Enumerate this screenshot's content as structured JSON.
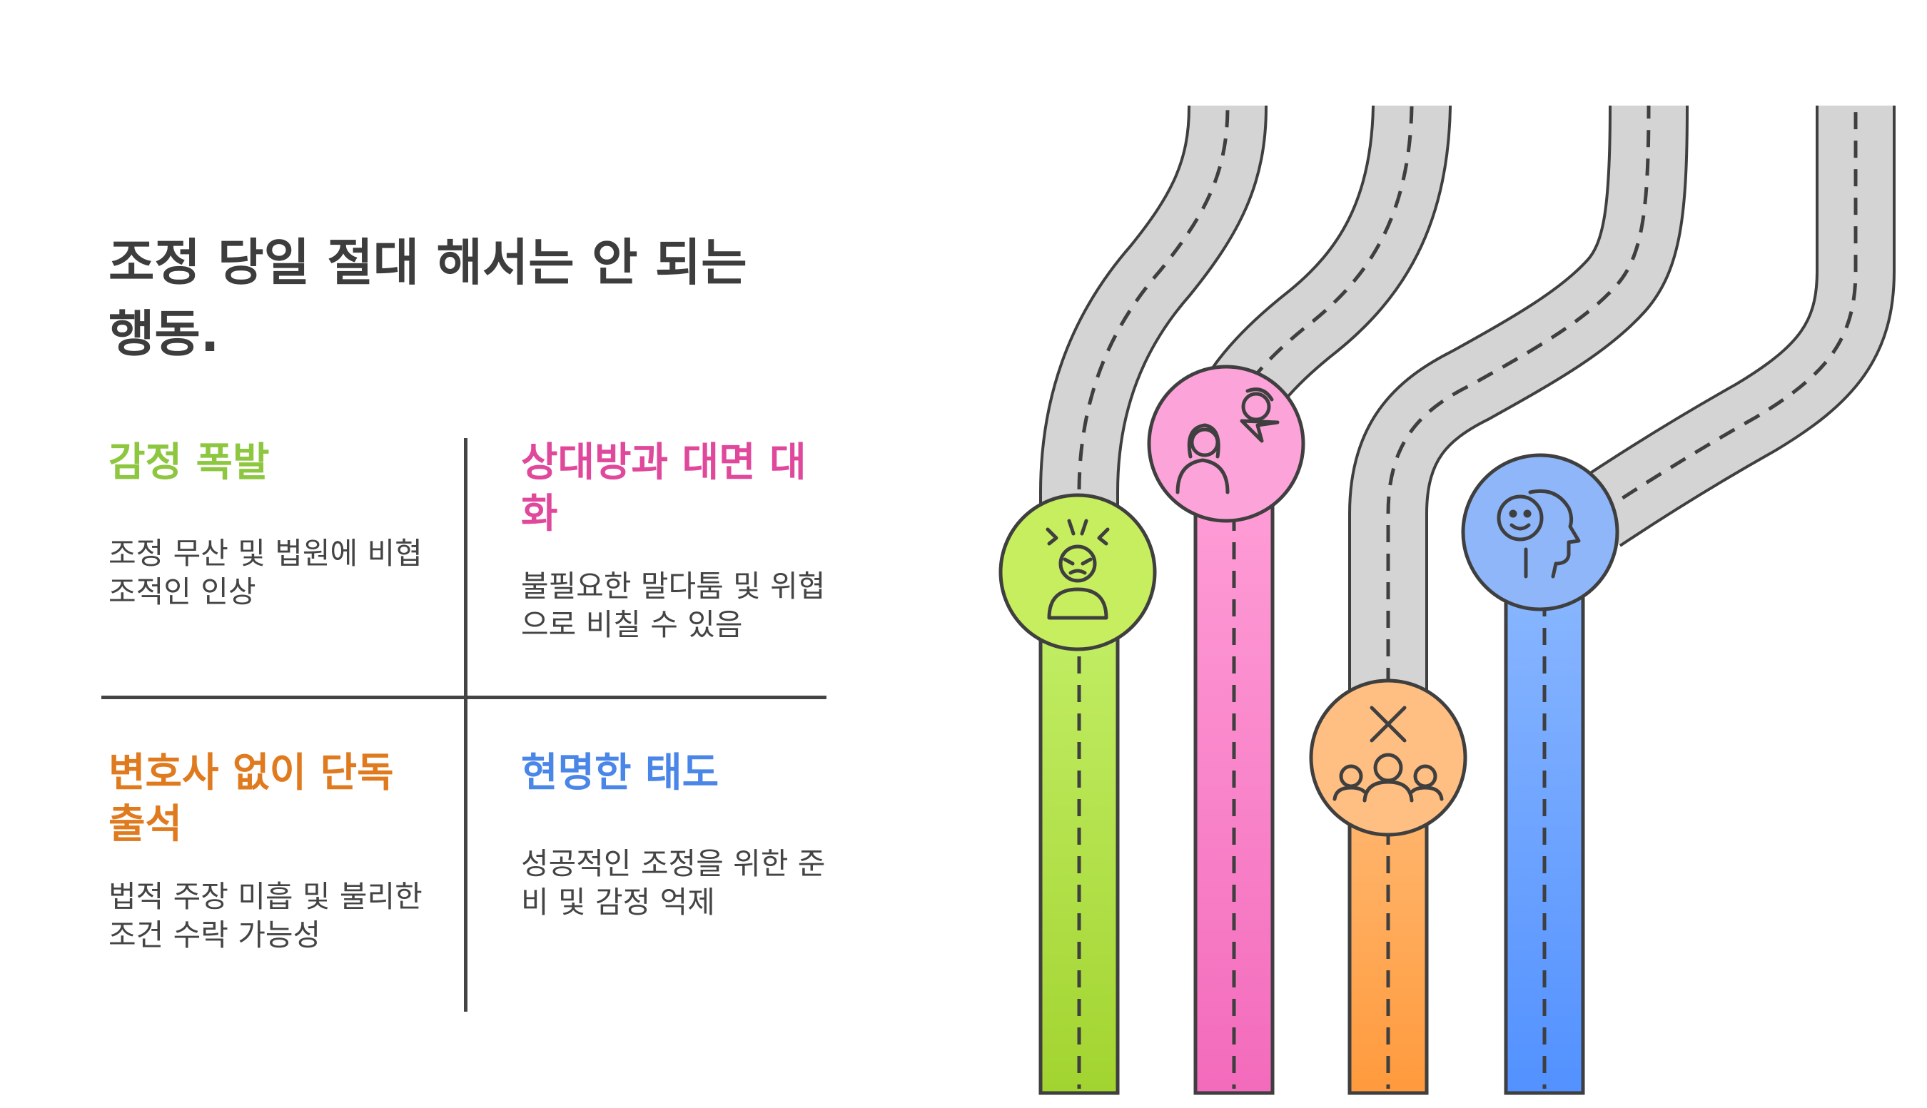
{
  "title": "조정 당일 절대 해서는 안 되는 행동.",
  "quadrants": [
    {
      "id": "top-left",
      "heading": "감정 폭발",
      "color": "#8dc63f",
      "text": "조정 무산 및 법원에 비협조적인 인상"
    },
    {
      "id": "top-right",
      "heading": "상대방과 대면 대화",
      "color": "#e0489c",
      "text": "불필요한 말다툼 및 위협으로 비칠 수 있음"
    },
    {
      "id": "bottom-left",
      "heading": "변호사 없이 단독 출석",
      "color": "#e07a1f",
      "text": "법적 주장 미흡 및 불리한 조건 수락 가능성"
    },
    {
      "id": "bottom-right",
      "heading": "현명한 태도",
      "color": "#4a86e8",
      "text": "성공적인 조정을 위한 준비 및 감정 억제"
    }
  ],
  "roads": [
    {
      "name": "green",
      "icon": "angry-person-icon",
      "top_color": "#c5f06a",
      "bottom_color": "#a2d430",
      "badge_color": "#c7ee5e"
    },
    {
      "name": "pink",
      "icon": "confrontation-icon",
      "top_color": "#ffa0d8",
      "bottom_color": "#f36bbc",
      "badge_color": "#fca4da"
    },
    {
      "name": "orange",
      "icon": "alone-without-group-icon",
      "top_color": "#ffbf7d",
      "bottom_color": "#ff9a3d",
      "badge_color": "#ffbe82"
    },
    {
      "name": "blue",
      "icon": "calm-mind-icon",
      "top_color": "#8ab7ff",
      "bottom_color": "#5291ff",
      "badge_color": "#8eb6f8"
    }
  ],
  "colors": {
    "road_gray": "#d4d4d4",
    "outline": "#3f3f3f",
    "text": "#3d3d3d"
  }
}
